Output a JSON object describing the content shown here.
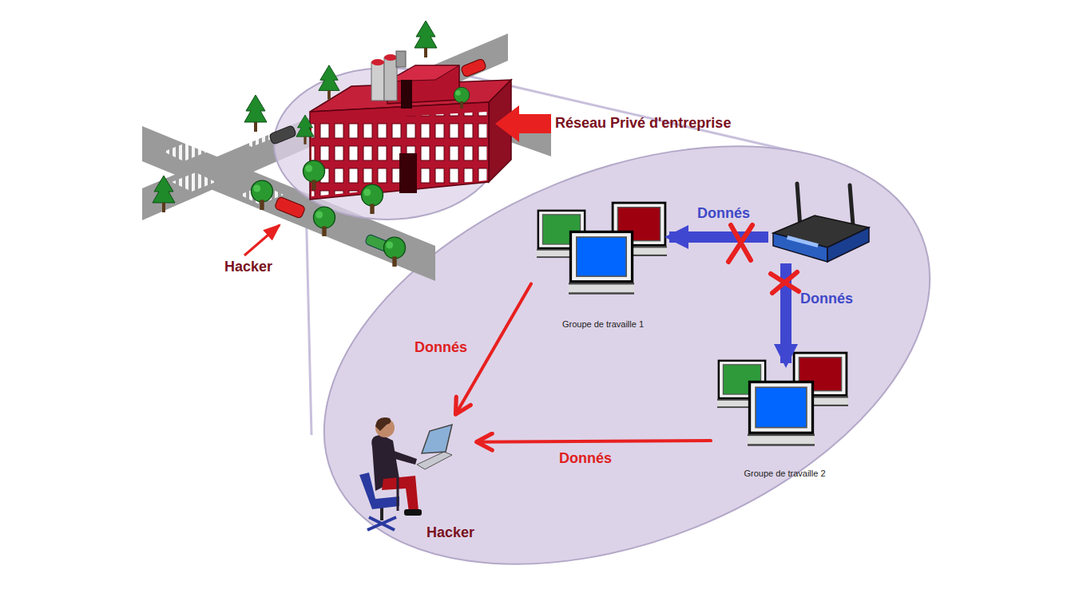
{
  "diagram": {
    "nodes": [
      {
        "text": [
          "Groupe de travaille 1"
        ]
      },
      {
        "text": [
          "Groupe de travaille 2"
        ]
      },
      {
        "text": [
          "Hacker"
        ]
      }
    ],
    "edges": [
      {
        "from": 0,
        "to": 2,
        "arrow": "to",
        "label": "Donnés"
      },
      {
        "from": 1,
        "to": 2,
        "arrow": "to",
        "label": "Donnés"
      }
    ],
    "labels": [
      "Réseau Privé d'entreprise",
      "Hacker",
      "Donnés",
      "Donnés"
    ]
  }
}
